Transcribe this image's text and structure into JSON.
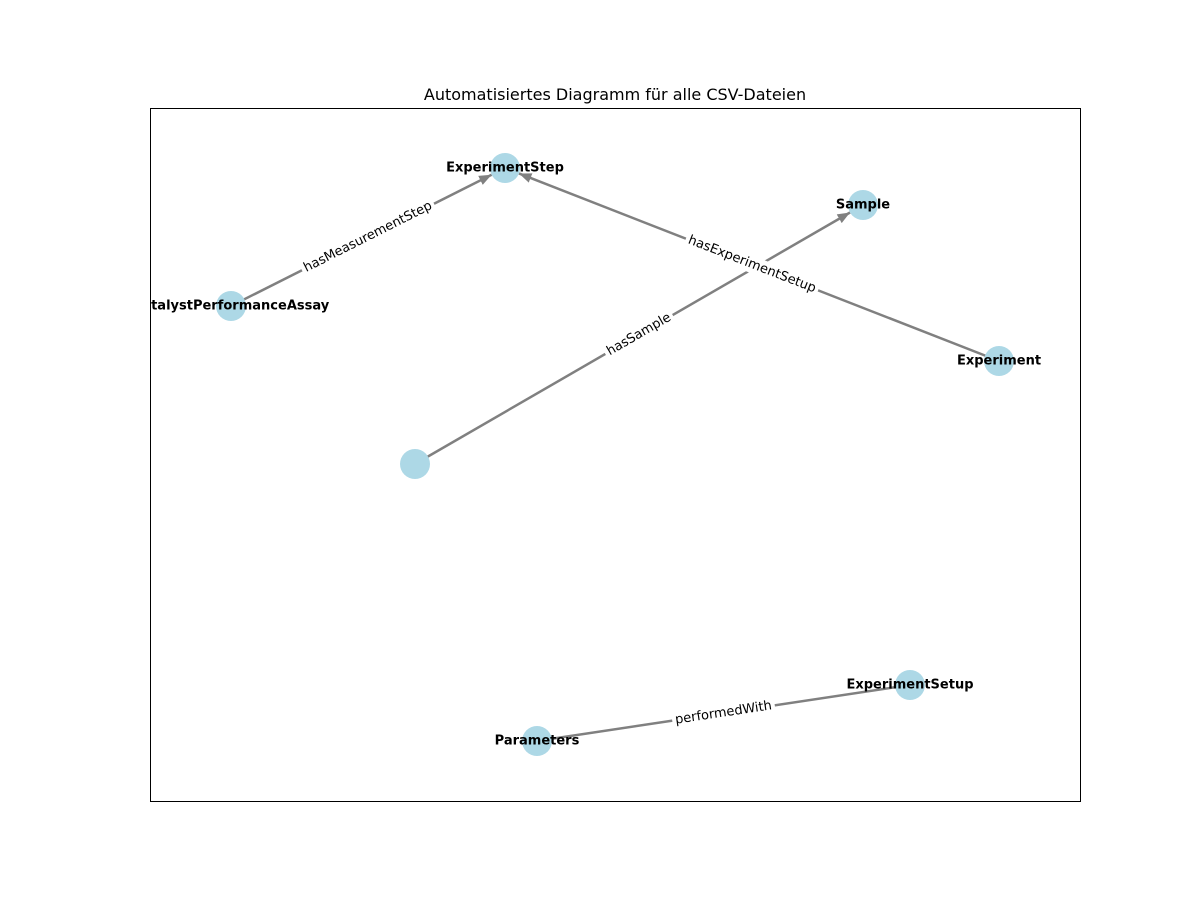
{
  "title": "Automatisiertes Diagramm für alle CSV-Dateien",
  "colors": {
    "node": "#add8e6",
    "edge": "#808080",
    "frame": "#000000"
  },
  "nodes": [
    {
      "id": "experimentstep",
      "label": "ExperimentStep"
    },
    {
      "id": "sample",
      "label": "Sample"
    },
    {
      "id": "assay",
      "label": "CatalystPerformanceAssay"
    },
    {
      "id": "experiment",
      "label": "Experiment"
    },
    {
      "id": "unlabeled",
      "label": ""
    },
    {
      "id": "experimentsetup",
      "label": "ExperimentSetup"
    },
    {
      "id": "parameters",
      "label": "Parameters"
    }
  ],
  "edges": [
    {
      "source": "assay",
      "target": "experimentstep",
      "label": "hasMeasurementStep",
      "directed": true
    },
    {
      "source": "experiment",
      "target": "experimentstep",
      "label": "hasExperimentSetup",
      "directed": true
    },
    {
      "source": "unlabeled",
      "target": "sample",
      "label": "hasSample",
      "directed": true
    },
    {
      "source": "experimentsetup",
      "target": "parameters",
      "label": "performedWith",
      "directed": false
    }
  ]
}
